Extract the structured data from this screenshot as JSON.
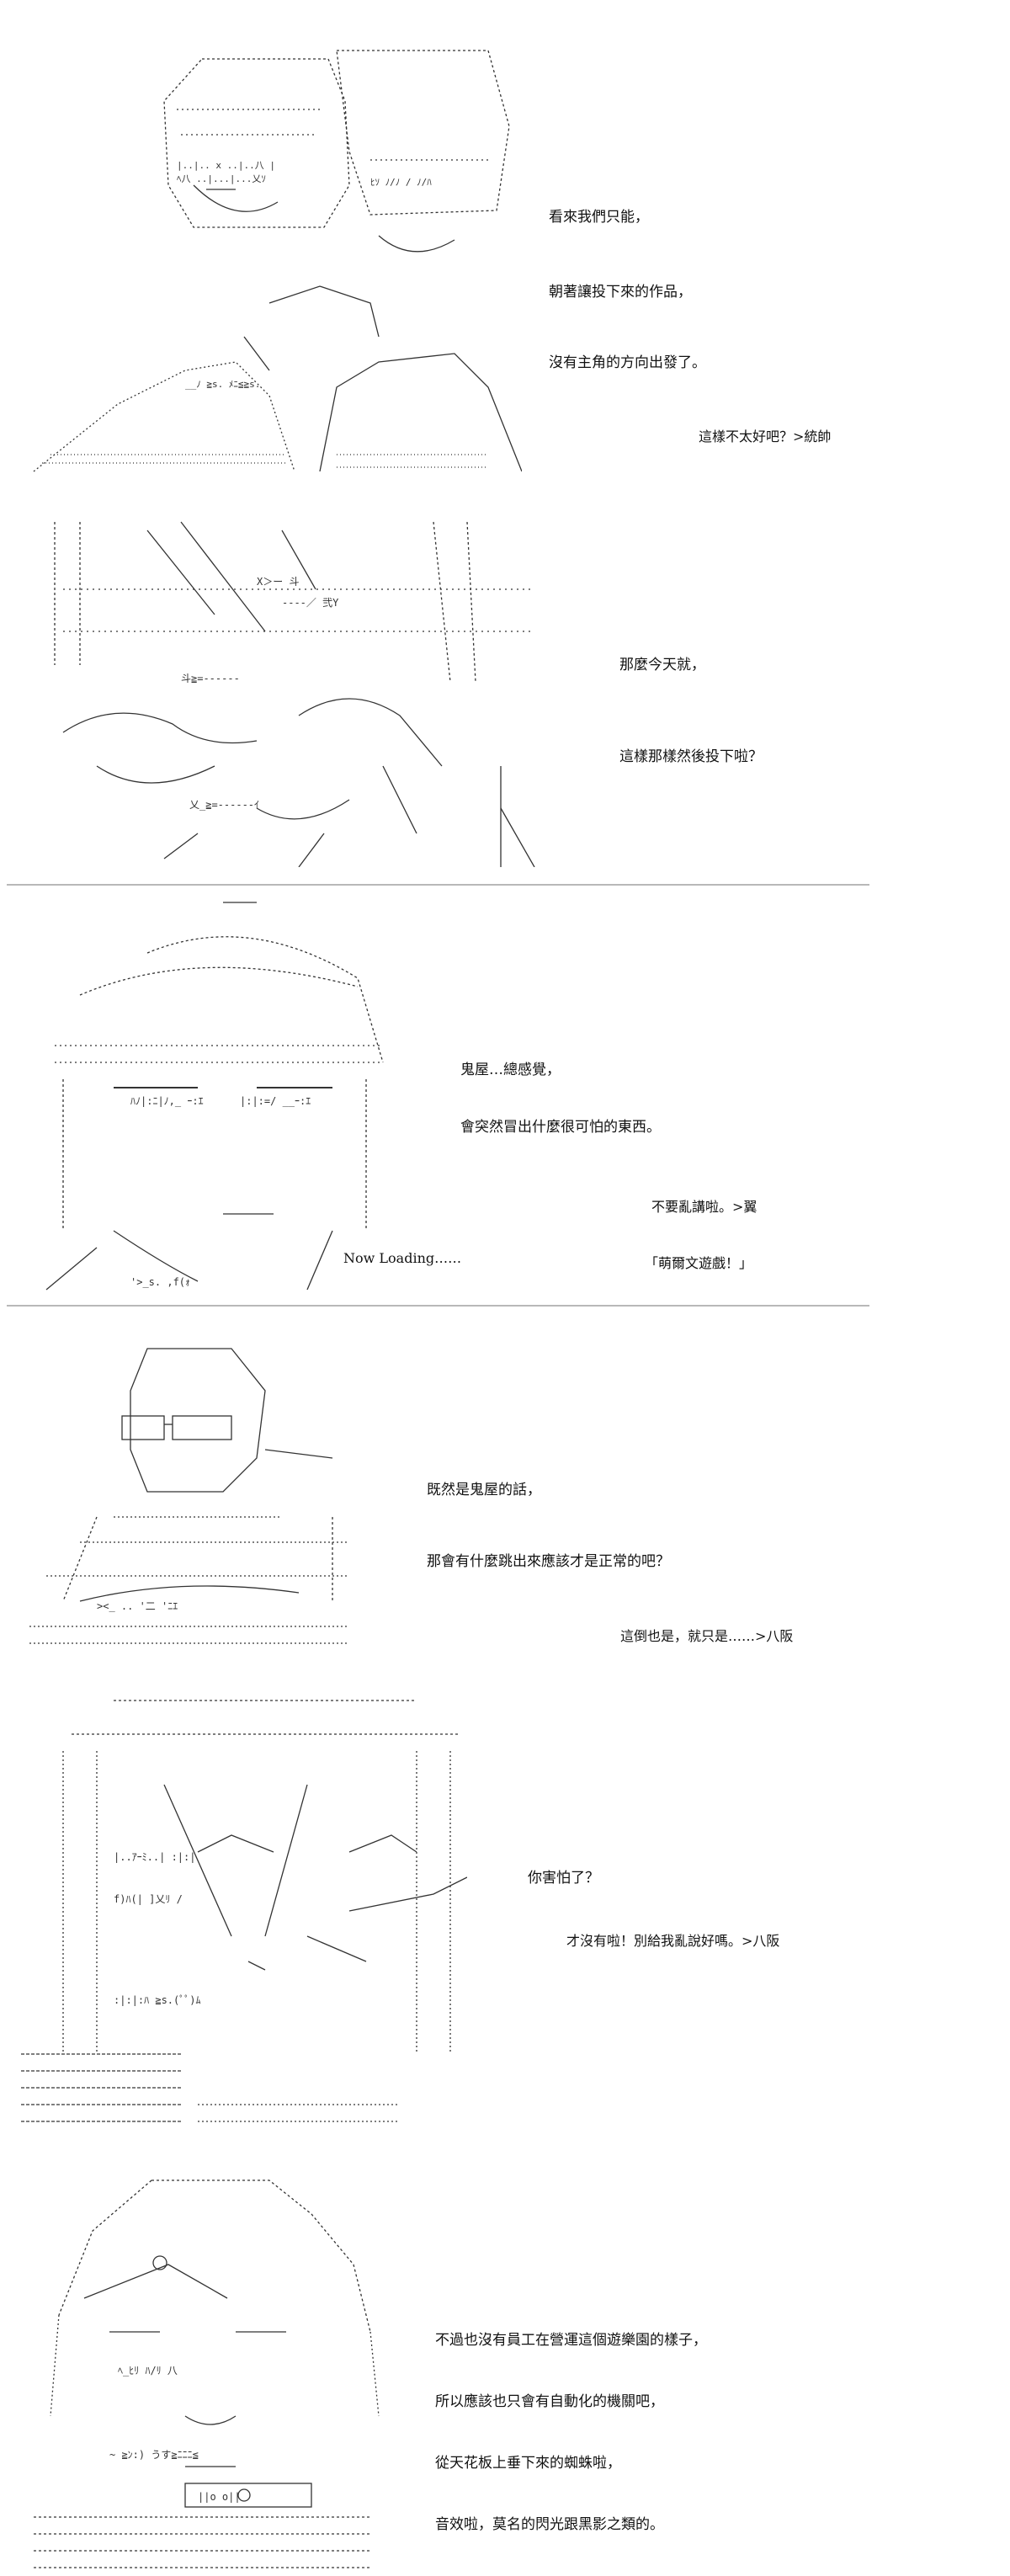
{
  "panels": [
    {
      "lines": [
        "看來我們只能，",
        "朝著讓投下來的作品，",
        "沒有主角的方向出發了。"
      ],
      "side": "這樣不太好吧？>統帥"
    },
    {
      "lines": [
        "那麼今天就，",
        "這樣那樣然後投下啦？"
      ]
    },
    {
      "lines": [
        "鬼屋…總感覺，",
        "會突然冒出什麼很可怕的東西。"
      ],
      "side": "不要亂講啦。>翼",
      "caption": "Now Loading……",
      "quote": "「萌爾文遊戲！」"
    },
    {
      "lines": [
        "既然是鬼屋的話，",
        "那會有什麼跳出來應該才是正常的吧？"
      ],
      "side": "這倒也是，就只是……>八阪"
    },
    {
      "lines": [
        "你害怕了？"
      ],
      "side": "才沒有啦！別給我亂說好嗎。>八阪"
    },
    {
      "lines": [
        "不過也沒有員工在營運這個遊樂園的樣子，",
        "所以應該也只會有自動化的機關吧，",
        "從天花板上垂下來的蜘蛛啦，",
        "音效啦，莫名的閃光跟黑影之類的。"
      ]
    }
  ]
}
